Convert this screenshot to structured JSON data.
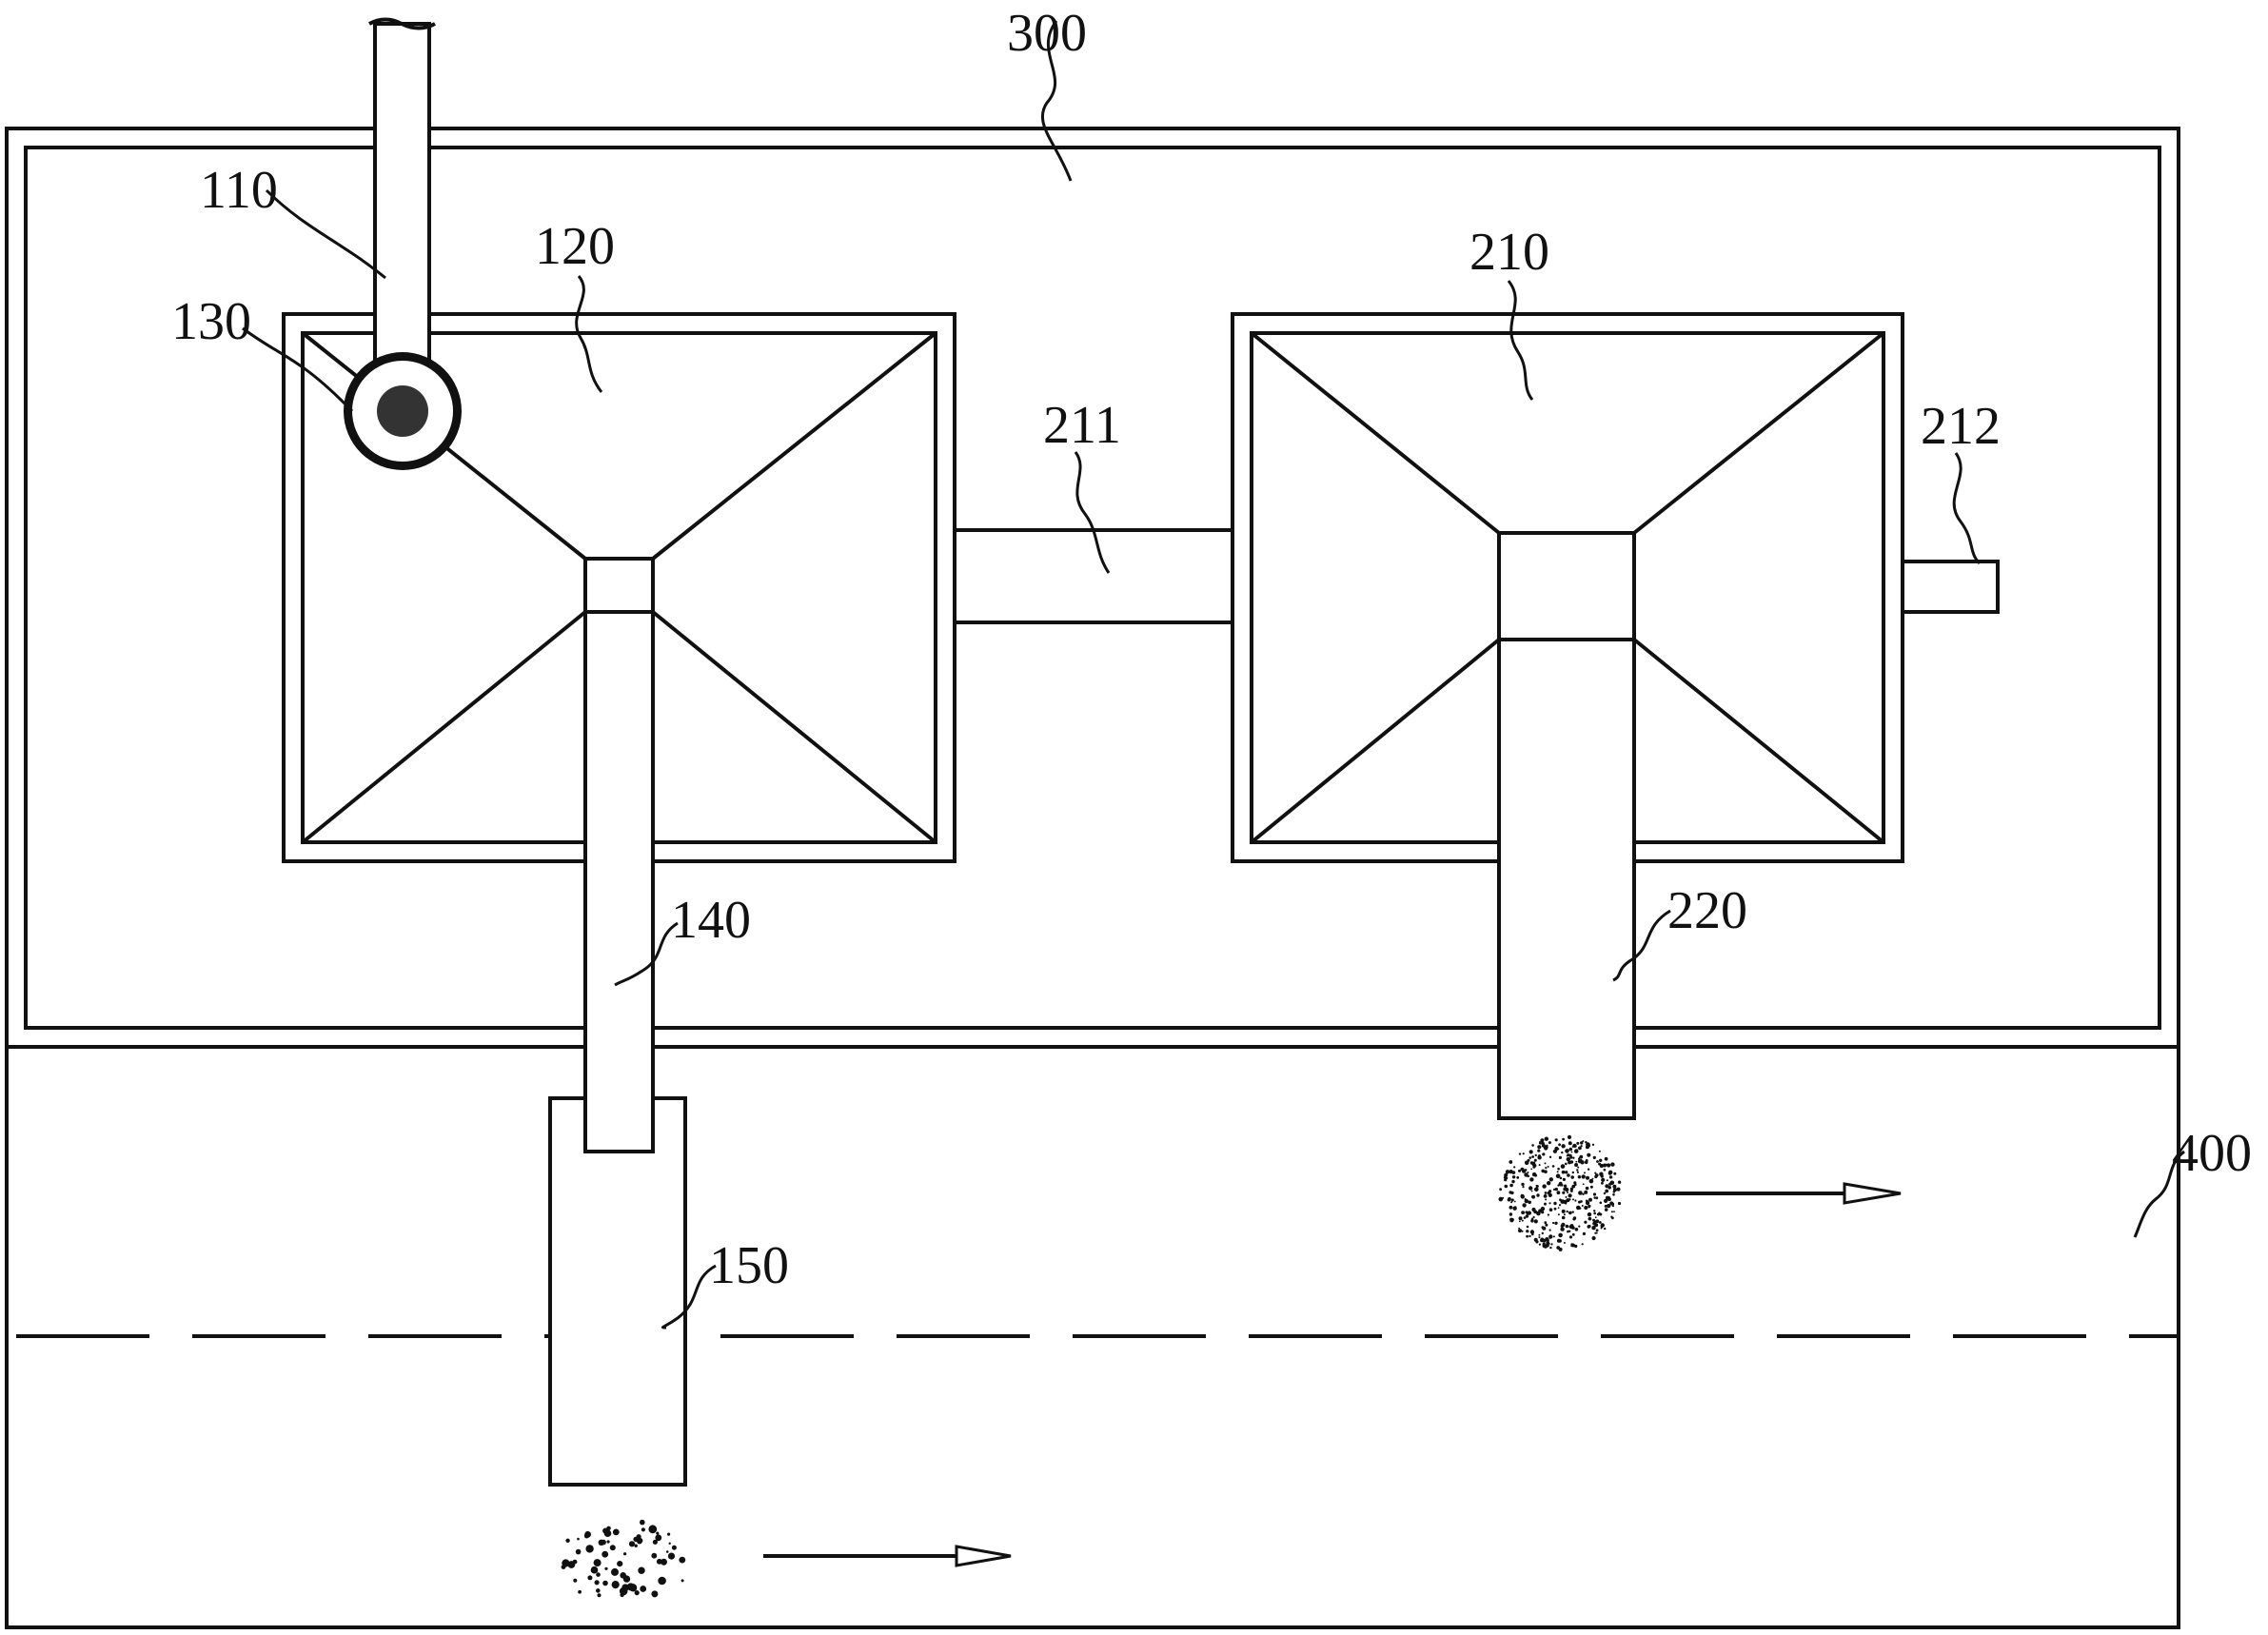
{
  "diagram": {
    "labels": {
      "l110": "110",
      "l120": "120",
      "l130": "130",
      "l140": "140",
      "l150": "150",
      "l210": "210",
      "l211": "211",
      "l212": "212",
      "l220": "220",
      "l300": "300",
      "l400": "400"
    },
    "colors": {
      "stroke": "#111111",
      "background": "#ffffff"
    }
  }
}
